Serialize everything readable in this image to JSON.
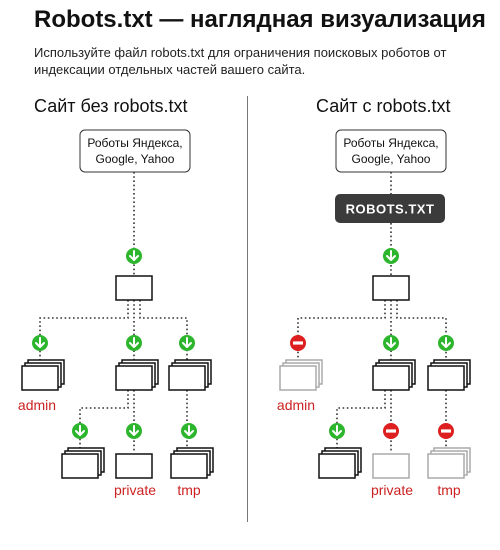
{
  "header": {
    "title": "Robots.txt — наглядная визуализация",
    "description": "Используйте файл robots.txt для ограничения поисковых роботов от индексации отдельных частей вашего сайта."
  },
  "left": {
    "title": "Сайт без robots.txt",
    "robots_box": [
      "Роботы Яндекса,",
      "Google, Yahoo"
    ],
    "labels": {
      "admin": "admin",
      "private": "private",
      "tmp": "tmp"
    }
  },
  "right": {
    "title": "Сайт с robots.txt",
    "robots_box": [
      "Роботы Яндекса,",
      "Google, Yahoo"
    ],
    "filter_label": "ROBOTS.TXT",
    "labels": {
      "admin": "admin",
      "private": "private",
      "tmp": "tmp"
    }
  },
  "access": {
    "left": {
      "root": "allowed",
      "admin": "allowed",
      "private_branch": "allowed",
      "tmp_branch": "allowed",
      "sub_folder": "allowed",
      "private": "allowed",
      "tmp": "allowed"
    },
    "right": {
      "root": "allowed",
      "admin": "blocked",
      "private_branch": "allowed",
      "tmp_branch": "allowed",
      "sub_folder": "allowed",
      "private": "blocked",
      "tmp": "blocked"
    }
  },
  "colors": {
    "allowed": "#2db52d",
    "blocked": "#dd1f1f",
    "label": "#cc2222",
    "folder_active": "#111111",
    "folder_blocked": "#aaaaaa",
    "filter_box": "#3b3b3b"
  }
}
